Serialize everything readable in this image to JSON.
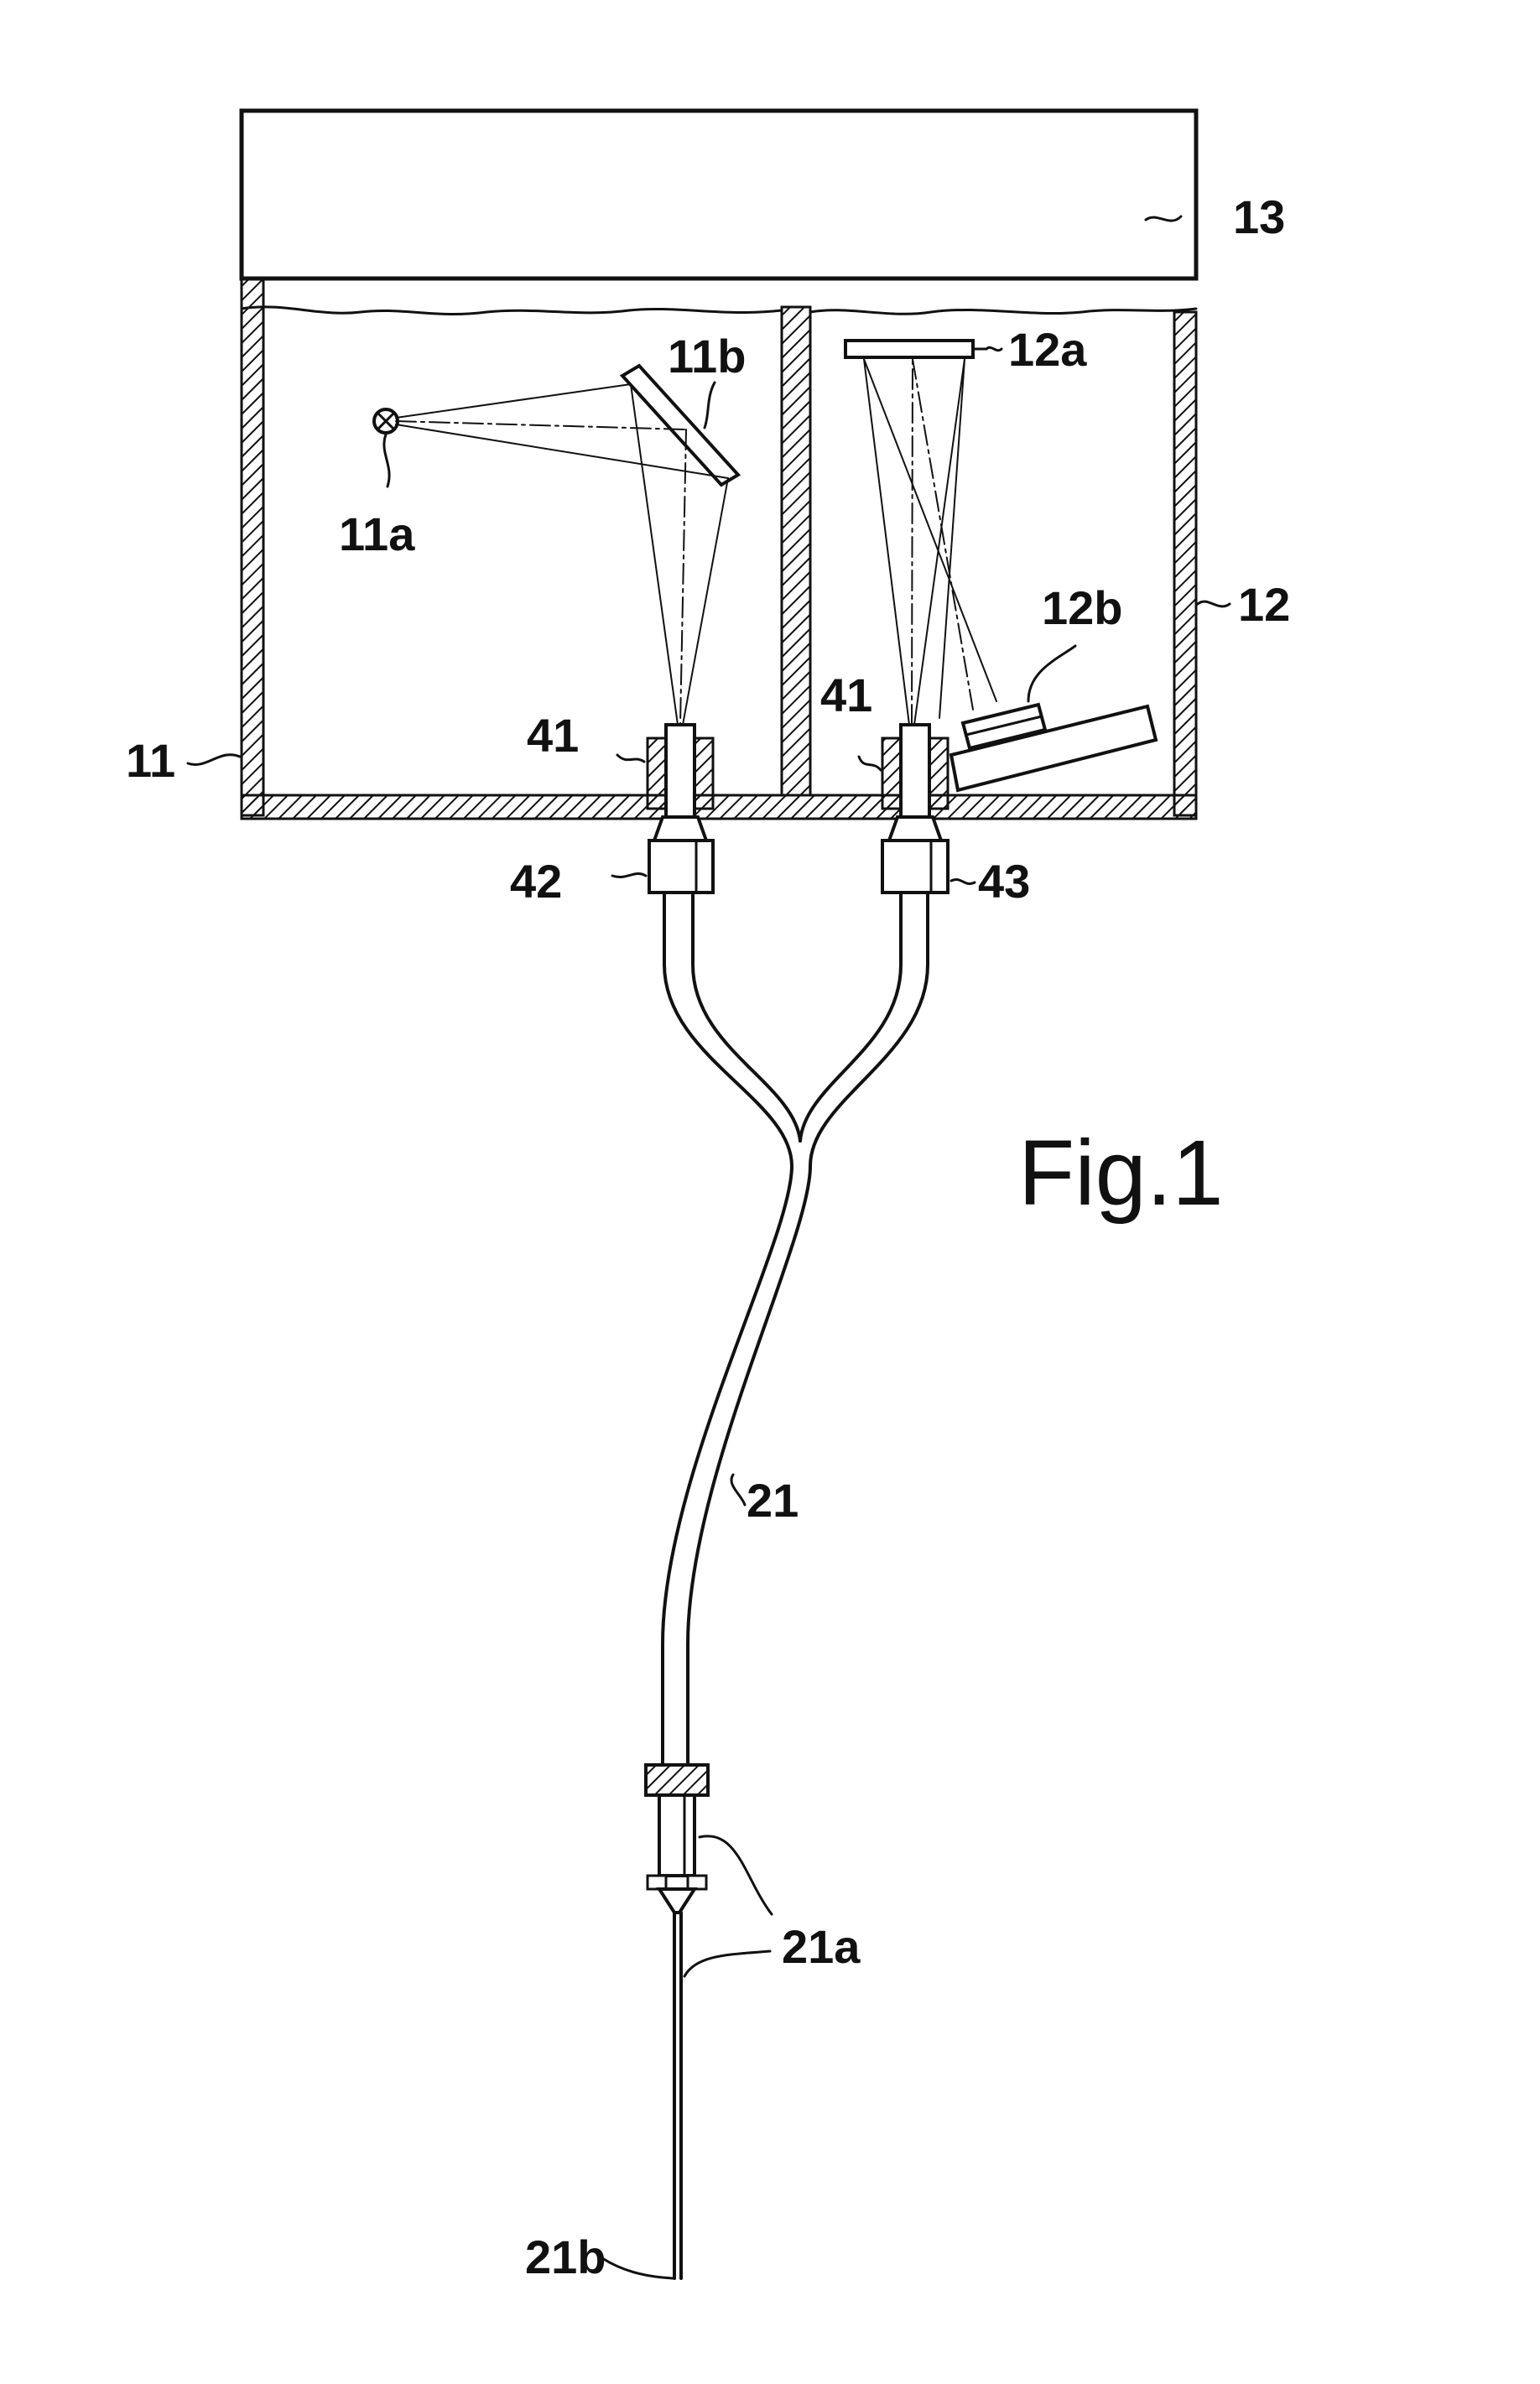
{
  "figure": {
    "caption": "Fig.1",
    "labels": {
      "box_13": "13",
      "box_11": "11",
      "box_12": "12",
      "lamp_11a": "11a",
      "mirror_11b": "11b",
      "mirror_12a": "12a",
      "detector_12b": "12b",
      "connector_41_left": "41",
      "connector_41_right": "41",
      "connector_42": "42",
      "connector_43": "43",
      "fiber_21": "21",
      "probe_21a": "21a",
      "tip_21b": "21b"
    }
  }
}
